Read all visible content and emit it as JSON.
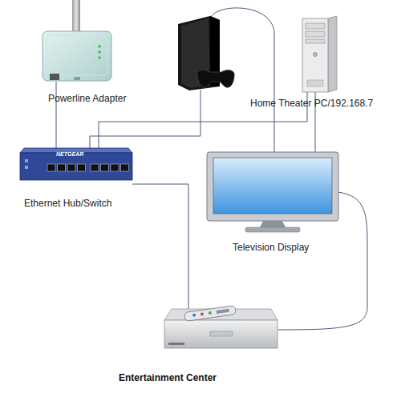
{
  "diagram": {
    "caption": "Entertainment Center",
    "nodes": [
      {
        "text": [
          "Powerline Adapter"
        ]
      },
      {
        "text": [
          "Home Theater PC/192.168.7"
        ]
      },
      {
        "text": [
          "Ethernet Hub/Switch"
        ]
      },
      {
        "text": [
          "Television Display"
        ]
      }
    ],
    "edges": [
      {
        "from": 0,
        "to": 2,
        "arrow": "none"
      },
      {
        "from": 2,
        "to": 1,
        "arrow": "none"
      },
      {
        "from": 1,
        "to": 3,
        "arrow": "none"
      }
    ],
    "labels": [
      "NETGEAR"
    ]
  }
}
